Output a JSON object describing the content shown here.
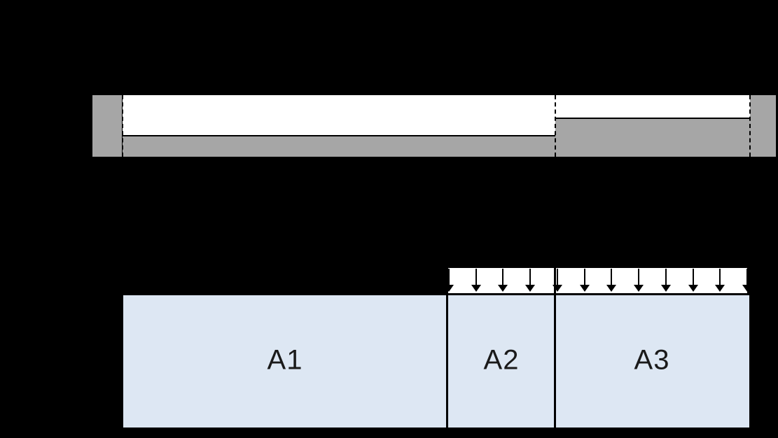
{
  "diagram": {
    "description": "Structural slab diagram: top = cross-section with supports and slab thickness step; bottom = plan zones with distributed load arrows",
    "colors": {
      "background": "#000000",
      "concrete_gray": "#a6a6a6",
      "deck_white": "#ffffff",
      "zone_fill_blue": "#dde7f3",
      "line_black": "#000000",
      "label_text": "#1a1a1a"
    },
    "section_view": {
      "left_support": "gray block",
      "right_support": "gray block",
      "thin_slab": "gray strip, left span",
      "thick_slab": "gray strip, right span (step up)",
      "dashed_line_count": 3
    },
    "plan_view": {
      "zones": [
        {
          "label": "A1"
        },
        {
          "label": "A2"
        },
        {
          "label": "A3"
        }
      ],
      "load": {
        "arrow_count": 12,
        "loaded_zones": "A2 and A3"
      }
    }
  }
}
